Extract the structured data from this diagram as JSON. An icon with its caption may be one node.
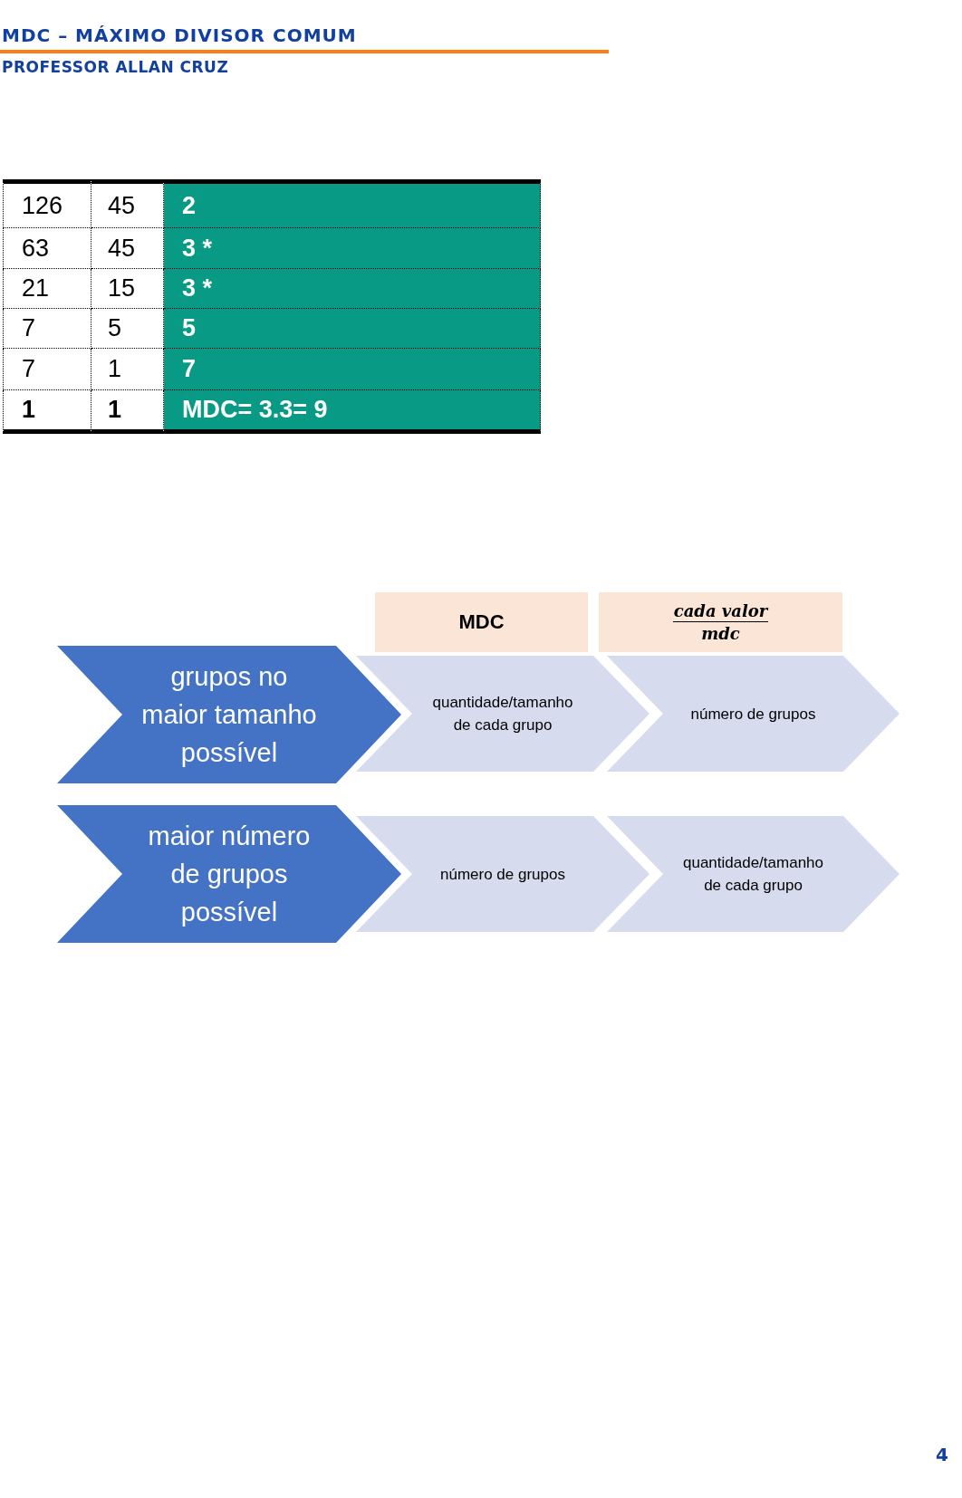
{
  "diagram": {
    "title": "MDC – MÁXIMO DIVISOR COMUM",
    "nodes": [
      {
        "text": [
          "MDC"
        ]
      },
      {
        "text": [
          "cada valor",
          "mdc"
        ]
      },
      {
        "text": [
          "grupos no maior tamanho possível"
        ]
      },
      {
        "text": [
          "quantidade/tamanho de cada grupo"
        ]
      },
      {
        "text": [
          "número de grupos"
        ]
      },
      {
        "text": [
          "maior número de grupos possível"
        ]
      },
      {
        "text": [
          "número de grupos"
        ]
      },
      {
        "text": [
          "quantidade/tamanho de cada grupo"
        ]
      }
    ],
    "labels": [
      "PROFESSOR ALLAN CRUZ",
      "126",
      "45",
      "2",
      "63",
      "45",
      "3 *",
      "21",
      "15",
      "3 *",
      "7",
      "5",
      "5",
      "7",
      "1",
      "7",
      "1",
      "1",
      "MDC= 3.3= 9",
      "4"
    ]
  }
}
